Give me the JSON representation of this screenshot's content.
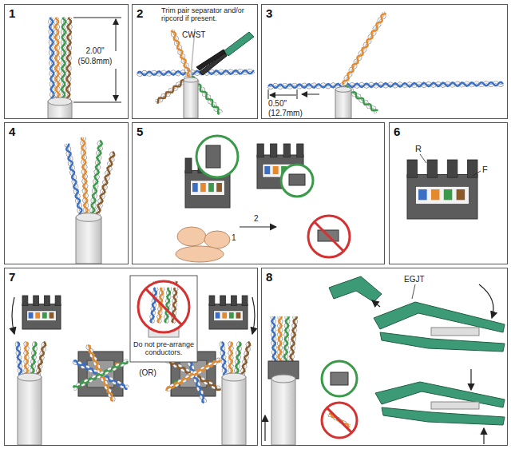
{
  "diagram": {
    "nodes": [
      {
        "text": [
          "1"
        ]
      },
      {
        "text": [
          "2"
        ]
      },
      {
        "text": [
          "3"
        ]
      },
      {
        "text": [
          "4"
        ]
      },
      {
        "text": [
          "5"
        ]
      },
      {
        "text": [
          "6"
        ]
      },
      {
        "text": [
          "7"
        ]
      },
      {
        "text": [
          "8"
        ]
      }
    ],
    "labels": [
      "2.00\"",
      "(50.8mm)",
      "Trim pair separator and/or ripcord if present.",
      "CWST",
      "0.50\"",
      "(12.7mm)",
      "1",
      "2",
      "R",
      "F",
      "Do not pre-arrange conductors.",
      "(OR)",
      "EGJT"
    ]
  }
}
